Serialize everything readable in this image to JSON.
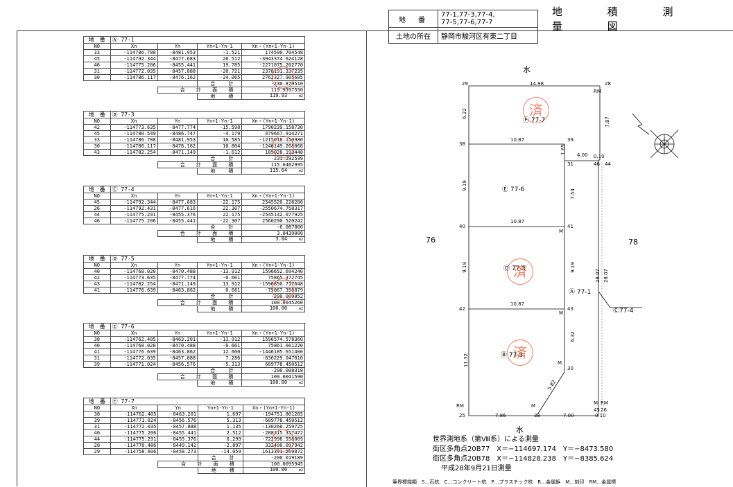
{
  "header": {
    "title": "地 積 測 量 図",
    "chiban_label": "地　番",
    "chiban_value_1": "77-1,77-3,77-4,",
    "chiban_value_2": "77-5,77-6,77-7",
    "location_label": "土地の所在",
    "location_value": "静岡市駿河区有東二丁目"
  },
  "tables": [
    {
      "label": "地　番",
      "lot": "Ⓐ 77-1",
      "cols": [
        "NO",
        "Xn",
        "Yn",
        "Yn+1-Yn-1",
        "Xn・(Yn+1-Yn-1)"
      ],
      "rows": [
        [
          "33",
          "-114786.788",
          "-8481.953",
          "-1.521",
          "174590.704548"
        ],
        [
          "45",
          "-114792.344",
          "-8477.683",
          "26.512",
          "-3043374.624128"
        ],
        [
          "46",
          "-114775.206",
          "-8455.441",
          "19.785",
          "-2271075.202770"
        ],
        [
          "31",
          "-114772.035",
          "-8457.888",
          "-20.721",
          "2378191.337235"
        ],
        [
          "30",
          "-114786.117",
          "-8476.162",
          "-24.065",
          "2762327.905605"
        ]
      ],
      "total_label": "合　計",
      "total": "-230.879510",
      "double_label": "合 計 面 積",
      "double": "119.9397550",
      "area_label": "地　積",
      "area": "119.93",
      "unit": "m2"
    },
    {
      "label": "地　番",
      "lot": "Ⓑ 77-3",
      "cols": [
        "NO",
        "Xn",
        "Yn",
        "Yn+1-Yn-1",
        "Xn・(Yn+1-Yn-1)"
      ],
      "rows": [
        [
          "42",
          "-114773.635",
          "-8477.774",
          "-15.598",
          "1790239.158730"
        ],
        [
          "45",
          "-114780.549",
          "-8486.747",
          "-4.179",
          "479667.914271"
        ],
        [
          "33",
          "-114786.788",
          "-8481.953",
          "10.585",
          "-1215018.150980"
        ],
        [
          "30",
          "-114786.117",
          "-8476.162",
          "10.804",
          "-1240149.208068"
        ],
        [
          "43",
          "-114782.254",
          "-8471.149",
          "-1.612",
          "185028.193448"
        ]
      ],
      "total_label": "合　計",
      "total": "-231.292599",
      "double_label": "合 計 面 積",
      "double": "115.6462995",
      "area_label": "地　積",
      "area": "115.64",
      "unit": "m2"
    },
    {
      "label": "地　番",
      "lot": "Ⓒ 77-4",
      "cols": [
        "NO",
        "Xn",
        "Yn",
        "Yn+1-Yn-1",
        "Xn・(Yn+1-Yn-1)"
      ],
      "rows": [
        [
          "45",
          "-114792.344",
          "-8477.683",
          "-22.175",
          "2545520.228200"
        ],
        [
          "26",
          "-114792.431",
          "-8477.616",
          "22.307",
          "-2550674.758317"
        ],
        [
          "44",
          "-114775.291",
          "-8455.376",
          "22.175",
          "-2545142.077925"
        ],
        [
          "46",
          "-114775.206",
          "-8455.441",
          "-22.307",
          "2560290.520242"
        ]
      ],
      "total_label": "合　計",
      "total": "-6.087800",
      "double_label": "合 計 面 積",
      "double": "3.0439000",
      "area_label": "地　積",
      "area": "3.04",
      "unit": "m2"
    },
    {
      "label": "地　番",
      "lot": "Ⓓ 77-5",
      "cols": [
        "NO",
        "Xn",
        "Yn",
        "Yn+1-Yn-1",
        "Xn・(Yn+1-Yn-1)"
      ],
      "rows": [
        [
          "40",
          "-114768.020",
          "-8470.488",
          "-13.912",
          "1596652.694240"
        ],
        [
          "42",
          "-114773.635",
          "-8477.774",
          "-0.661",
          "75865.372745"
        ],
        [
          "43",
          "-114782.254",
          "-8471.149",
          "13.912",
          "-1596850.717648"
        ],
        [
          "41",
          "-114776.639",
          "-8463.862",
          "0.661",
          "-75867.358879"
        ]
      ],
      "total_label": "合　計",
      "total": "-200.009052",
      "double_label": "合 計 面 積",
      "double": "100.0045260",
      "area_label": "地　積",
      "area": "100.00",
      "unit": "m2"
    },
    {
      "label": "地　番",
      "lot": "Ⓔ 77-6",
      "cols": [
        "NO",
        "Xn",
        "Yn",
        "Yn+1-Yn-1",
        "Xn・(Yn+1-Yn-1)"
      ],
      "rows": [
        [
          "38",
          "-114762.405",
          "-8463.201",
          "-13.912",
          "1596574.578360"
        ],
        [
          "40",
          "-114768.020",
          "-8470.488",
          "-0.661",
          "75861.661220"
        ],
        [
          "41",
          "-114776.639",
          "-8463.862",
          "12.600",
          "-1446185.651400"
        ],
        [
          "31",
          "-114772.035",
          "-8457.888",
          "7.286",
          "-836229.047010"
        ],
        [
          "39",
          "-114771.024",
          "-8456.576",
          "-5.313",
          "609778.450512"
        ]
      ],
      "total_label": "合　計",
      "total": "-200.008318",
      "double_label": "合 計 面 積",
      "double": "100.0041590",
      "area_label": "地　積",
      "area": "100.00",
      "unit": "m2"
    },
    {
      "label": "地　番",
      "lot": "Ⓕ 77-7",
      "cols": [
        "NO",
        "Xn",
        "Yn",
        "Yn+1-Yn-1",
        "Xn・(Yn+1-Yn-1)"
      ],
      "rows": [
        [
          "38",
          "-114762.405",
          "-8463.201",
          "1.697",
          "-194751.801285"
        ],
        [
          "39",
          "-114771.024",
          "-8456.576",
          "5.313",
          "-609778.450512"
        ],
        [
          "31",
          "-114772.035",
          "-8457.888",
          "1.135",
          "-130266.259725"
        ],
        [
          "46",
          "-114775.206",
          "-8455.441",
          "2.512",
          "-288315.317472"
        ],
        [
          "44",
          "-114775.291",
          "-8455.376",
          "6.299",
          "-722998.558009"
        ],
        [
          "28",
          "-114770.486",
          "-8449.142",
          "-2.897",
          "332490.097942"
        ],
        [
          "29",
          "-114758.606",
          "-8458.273",
          "-14.059",
          "1613391.269872"
        ]
      ],
      "total_label": "合　計",
      "total": "-200.019189",
      "double_label": "合 計 面 積",
      "double": "100.0095945",
      "area_label": "地　積",
      "area": "100.00",
      "unit": "m2"
    }
  ],
  "stamp_text": "済",
  "plot": {
    "north_label_top": "水",
    "north_label_bottom": "水",
    "left_label": "76",
    "right_label": "78",
    "lot_77_1": "Ⓐ 77-1",
    "lot_77_3": "Ⓑ 77-3",
    "lot_77_4": "Ⓒ77-4",
    "lot_77_5": "Ⓓ 77-5",
    "lot_77_6": "Ⓔ 77-6",
    "lot_77_7": "Ⓕ 77-7",
    "points": {
      "p29": "29",
      "p28": "28",
      "p38": "38",
      "p39": "39",
      "p31": "31",
      "p46": "46",
      "p44": "44",
      "p40": "40",
      "p41": "41",
      "p42": "42",
      "p43": "43",
      "p30": "30",
      "p25": "25",
      "p33": "33",
      "p26": "26",
      "p45": "45"
    },
    "markers": {
      "rm": "RM",
      "m": "M"
    },
    "dims": {
      "top": "14.98",
      "d622": "6.22",
      "d787": "7.87",
      "d1087a": "10.87",
      "d165": "1.65",
      "d400": "4.00",
      "d010a": "0.10",
      "d919a": "9.19",
      "d754": "7.54",
      "d1087b": "10.87",
      "d919b": "9.19",
      "d919c": "9.19",
      "d2807a": "28.07",
      "d2807b": "28.07",
      "d1087c": "10.87",
      "d1132": "11.32",
      "d632": "6.32",
      "d582": "5.82",
      "d786": "7.86",
      "d700": "7.00",
      "d010b": "0.10"
    }
  },
  "survey": {
    "line1": "世界測地系（第Ⅷ系）による測量",
    "line2": "街区多角点20B77　X＝−114697.174　Y＝−8473.580",
    "line3": "街区多角点20B78　X＝−114828.238　Y＝−8385.624",
    "line4": "平成28年9月21日測量"
  },
  "legend": "筆界標識類　S…石杭　C…コンクリート杭　P…プラスチック杭　R…金属鋲　M…刻印　RM…金属標"
}
